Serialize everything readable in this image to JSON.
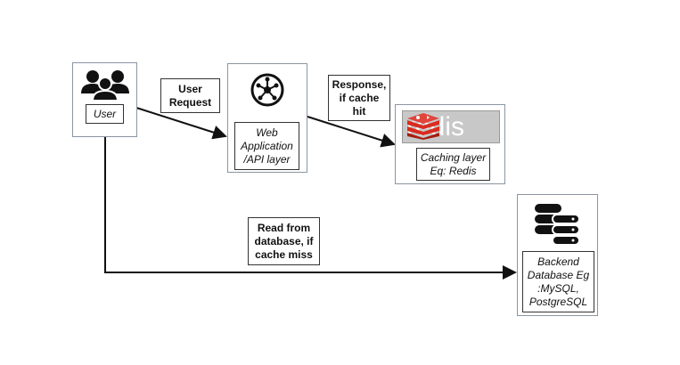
{
  "nodes": {
    "user": {
      "label": "User",
      "icon": "users-icon"
    },
    "web_app": {
      "label": "Web Application /API layer",
      "icon": "hub-network-icon"
    },
    "cache": {
      "label": "Caching layer Eq: Redis",
      "logo_text": "redis",
      "logo_color": "#d82c20"
    },
    "database": {
      "label": "Backend Database Eg :MySQL, PostgreSQL",
      "icon": "database-icon"
    }
  },
  "edges": {
    "user_request": "User Request",
    "response": "Response, if cache hit",
    "read_db": "Read from database, if cache miss"
  }
}
